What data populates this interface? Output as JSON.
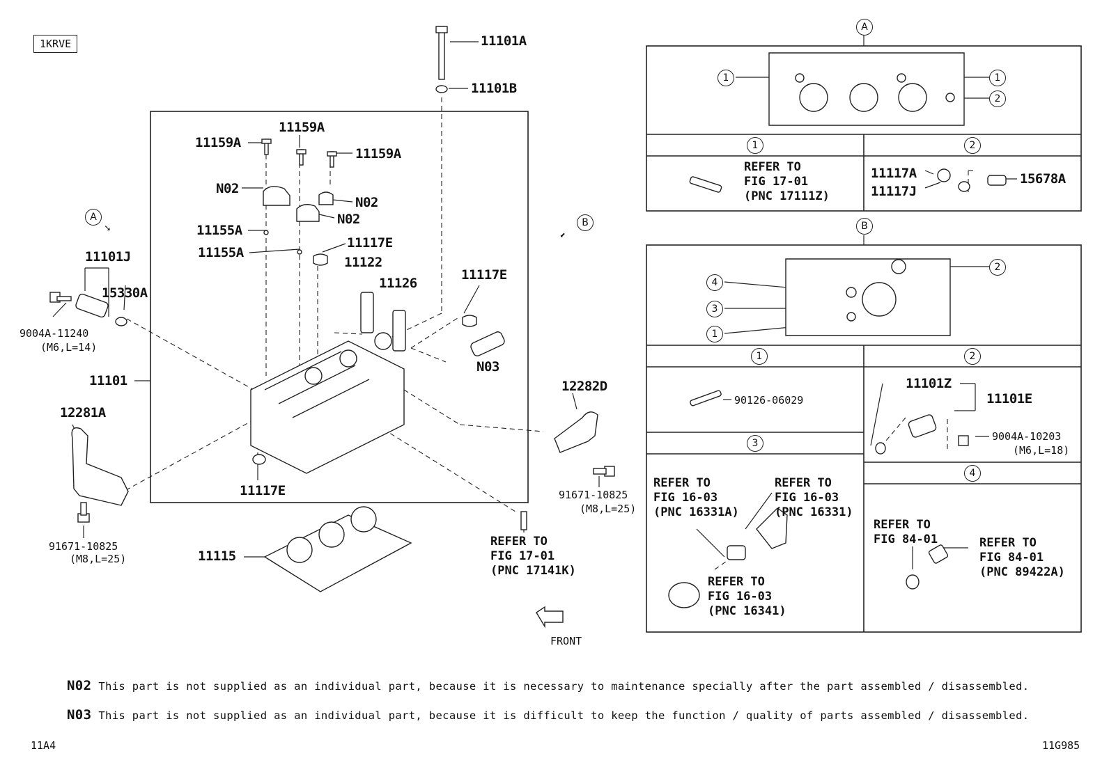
{
  "engine_code": "1KRVE",
  "view_markers": {
    "a": "A",
    "b": "B"
  },
  "main_labels": {
    "p11101a": "11101A",
    "p11101b": "11101B",
    "p11159a_1": "11159A",
    "p11159a_2": "11159A",
    "p11159a_3": "11159A",
    "n02_1": "N02",
    "n02_2": "N02",
    "n02_3": "N02",
    "p11155a_1": "11155A",
    "p11155a_2": "11155A",
    "p11117e_1": "11117E",
    "p11117e_2": "11117E",
    "p11117e_3": "11117E",
    "p11122": "11122",
    "p11126": "11126",
    "n03": "N03",
    "p11101j": "11101J",
    "p15330a": "15330A",
    "p9004a_11240": "9004A-11240",
    "p9004a_11240_sub": "(M6,L=14)",
    "p11101": "11101",
    "p12281a": "12281A",
    "p91671_a": "91671-10825",
    "p91671_a_sub": "(M8,L=25)",
    "p12282d": "12282D",
    "p91671_b": "91671-10825",
    "p91671_b_sub": "(M8,L=25)",
    "p11115": "11115",
    "ref_17141k": "REFER TO\nFIG 17-01\n(PNC 17141K)",
    "front": "FRONT"
  },
  "detail_a": {
    "marker": "A",
    "callouts": [
      "1",
      "1",
      "2"
    ],
    "cells": [
      {
        "num": "1",
        "ref": "REFER TO\nFIG 17-01\n(PNC 17111Z)"
      },
      {
        "num": "2",
        "p11117a": "11117A",
        "p11117j": "11117J",
        "p15678a": "15678A"
      }
    ]
  },
  "detail_b": {
    "marker": "B",
    "callouts": [
      "2",
      "4",
      "3",
      "1"
    ],
    "cell1": {
      "num": "1",
      "part": "90126-06029"
    },
    "cell2": {
      "num": "2",
      "p11101z": "11101Z",
      "p11101e": "11101E",
      "bolt": "9004A-10203",
      "bolt_sub": "(M6,L=18)"
    },
    "cell3": {
      "num": "3",
      "ref1": "REFER TO\nFIG 16-03\n(PNC 16331A)",
      "ref2": "REFER TO\nFIG 16-03\n(PNC 16331)",
      "ref3": "REFER TO\nFIG 16-03\n(PNC 16341)"
    },
    "cell4": {
      "num": "4",
      "ref1": "REFER TO\nFIG 84-01",
      "ref2": "REFER TO\nFIG 84-01\n(PNC 89422A)"
    }
  },
  "notes": [
    {
      "code": "N02",
      "text": "This part is not supplied as an individual part, because it is necessary to maintenance specially after the part assembled / disassembled."
    },
    {
      "code": "N03",
      "text": "This part is not supplied as an individual part, because it is difficult to keep the function / quality of parts assembled / disassembled."
    }
  ],
  "footer": {
    "left": "11A4",
    "right": "11G985"
  }
}
